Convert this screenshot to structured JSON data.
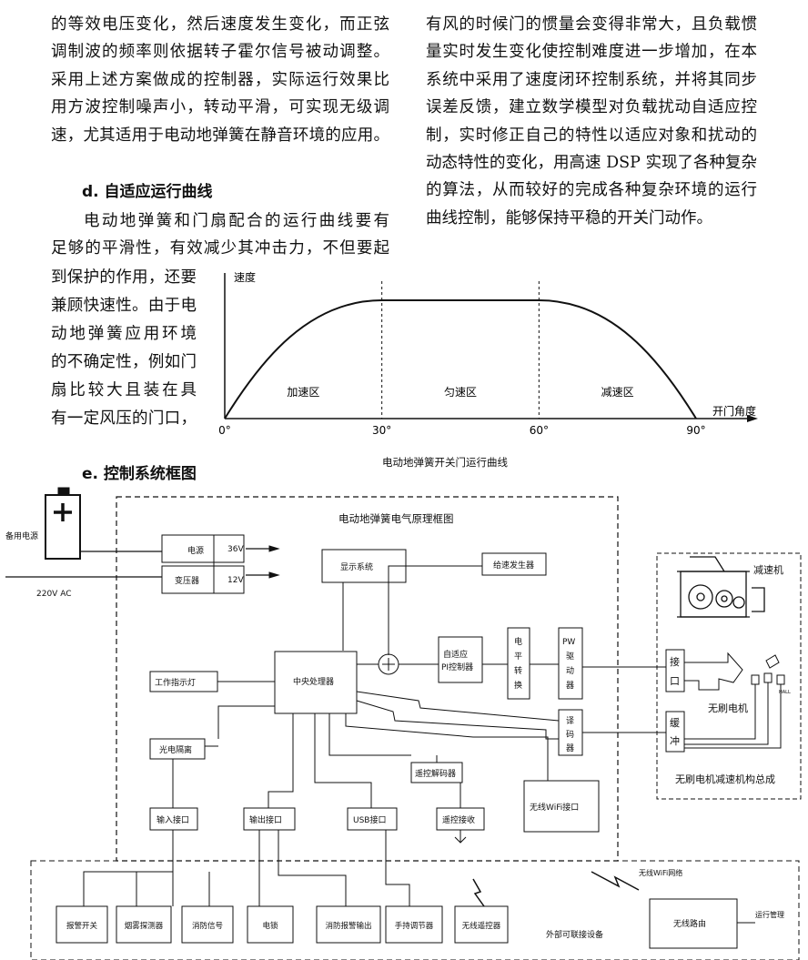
{
  "left_column": {
    "para1_lines": [
      "的等效电压变化，然后速度发生变化，而正弦",
      "调制波的频率则依据转子霍尔信号被动调整。",
      "采用上述方案做成的控制器，实际运行效果比",
      "用方波控制噪声小，转动平滑，可实现无级调",
      "速，尤其适用于电动地弹簧在静音环境的应用。"
    ],
    "heading_d": "d. 自适应运行曲线",
    "para2_lines": [
      "电动地弹簧和门扇配合的运行曲线要有",
      "足够的平滑性，有效减少其冲击力，不但要起"
    ],
    "narrow_lines": [
      "到保护的作用，还要",
      "兼顾快速性。由于电",
      "动地弹簧应用环境",
      "的不确定性，例如门",
      "扇比较大且装在具",
      "有一定风压的门口，"
    ],
    "heading_e": "e. 控制系统框图"
  },
  "right_column": {
    "para_lines": [
      "有风的时候门的惯量会变得非常大，且负载惯",
      "量实时发生变化使控制难度进一步增加，在本",
      "系统中采用了速度闭环控制系统，并将其同步",
      "误差反馈，建立数学模型对负载扰动自适应控",
      "制，实时修正自己的特性以适应对象和扰动的",
      "动态特性的变化，用高速 DSP 实现了各种复杂",
      "的算法，从而较好的完成各种复杂环境的运行",
      "曲线控制，能够保持平稳的开关门动作。"
    ]
  },
  "chart_data": {
    "type": "line",
    "title": "电动地弹簧开关门运行曲线",
    "ylabel": "速度",
    "xlabel": "开门角度",
    "x_ticks": [
      "0°",
      "30°",
      "60°",
      "90°"
    ],
    "x": [
      0,
      30,
      60,
      90
    ],
    "y": [
      0,
      1,
      1,
      0
    ],
    "xlim": [
      0,
      90
    ],
    "zones": [
      "加速区",
      "匀速区",
      "减速区"
    ],
    "grid": false
  },
  "diagram": {
    "title": "电动地弹簧电气原理框图",
    "backup_power": "备用电源",
    "ac_input": "220V AC",
    "power_block": "电源",
    "transformer": "变压器",
    "v36": "36V",
    "v12": "12V",
    "display": "显示系统",
    "speed_gen": "给速发生器",
    "cpu": "中央处理器",
    "work_light": "工作指示灯",
    "adaptive_pi": [
      "自适应",
      "PI控制器"
    ],
    "level_shift": [
      "电",
      "平",
      "转",
      "换"
    ],
    "pwm": [
      "PW",
      "驱",
      "动",
      "器"
    ],
    "decoder_right": [
      "译",
      "码",
      "器"
    ],
    "optocoupler": "光电隔离",
    "input_if": "输入接口",
    "output_if": "输出接口",
    "usb_if": "USB接口",
    "rc_decoder": "遥控解码器",
    "rc_receiver": "遥控接收",
    "wifi_if": "无线WiFi接口",
    "reducer": "减速机",
    "interface": [
      "接",
      "口"
    ],
    "buffer": [
      "缓",
      "冲"
    ],
    "bldc": "无刷电机",
    "assembly": "无刷电机减速机构总成",
    "hall": "HALL",
    "external_devices": [
      "报警开关",
      "烟雾探测器",
      "消防信号",
      "电锁",
      "消防报警输出",
      "手持调节器",
      "无线遥控器"
    ],
    "external_label": "外部可联接设备",
    "wifi_network": "无线WiFi网络",
    "router": "无线路由",
    "ops_mgmt": "运行管理"
  }
}
